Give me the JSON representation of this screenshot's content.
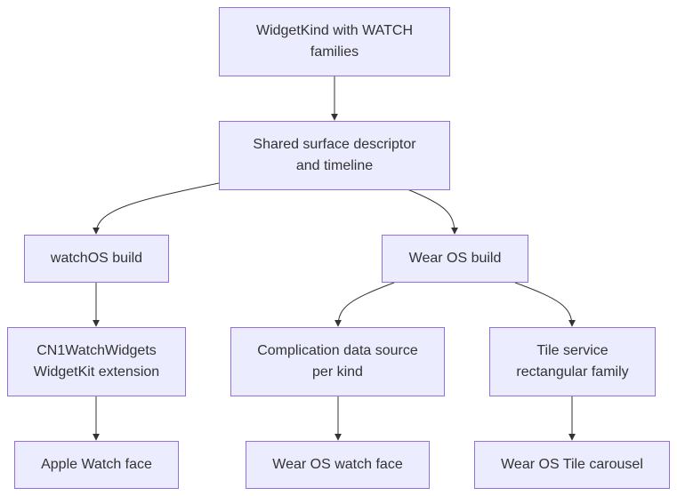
{
  "nodes": {
    "widgetkind": {
      "line1": "WidgetKind with WATCH",
      "line2": "families"
    },
    "shared": {
      "line1": "Shared surface descriptor",
      "line2": "and timeline"
    },
    "watchos_build": {
      "label": "watchOS build"
    },
    "wearos_build": {
      "label": "Wear OS build"
    },
    "cn1": {
      "line1": "CN1WatchWidgets",
      "line2": "WidgetKit extension"
    },
    "complication": {
      "line1": "Complication data source",
      "line2": "per kind"
    },
    "tile_service": {
      "line1": "Tile service",
      "line2": "rectangular family"
    },
    "apple_face": {
      "label": "Apple Watch face"
    },
    "wear_face": {
      "label": "Wear OS watch face"
    },
    "wear_tile": {
      "label": "Wear OS Tile carousel"
    }
  },
  "colors": {
    "node_fill": "#ECECFF",
    "node_border": "#9370DB",
    "edge": "#333333",
    "text": "#333333"
  }
}
